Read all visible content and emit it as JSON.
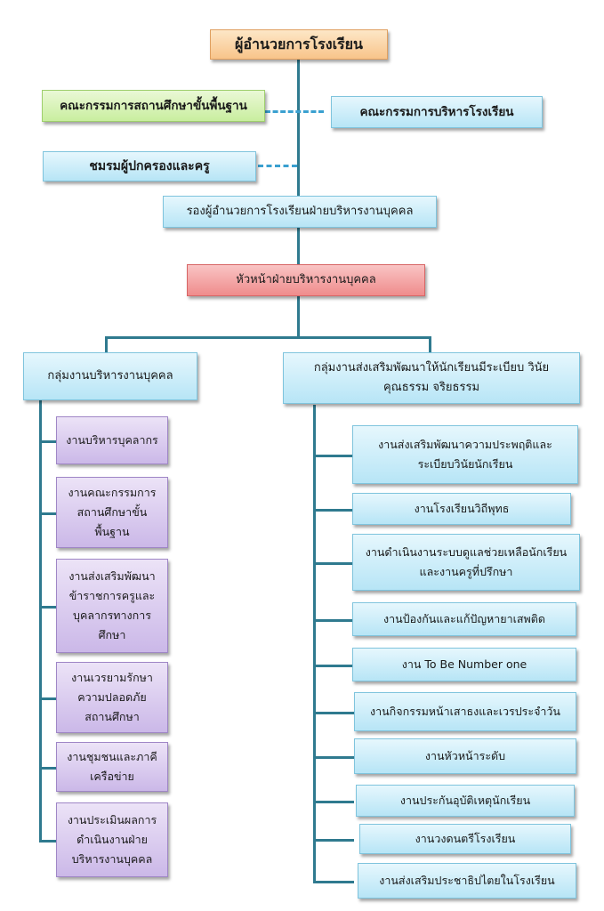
{
  "director": "ผู้อำนวยการโรงเรียน",
  "basic_board": "คณะกรรมการสถานศึกษาขั้นพื้นฐาน",
  "school_board": "คณะกรรมการบริหารโรงเรียน",
  "parents_club": "ชมรมผู้ปกครองและครู",
  "deputy": "รองผู้อำนวยการโรงเรียนฝ่ายบริหารงานบุคคล",
  "head": "หัวหน้าฝ่ายบริหารงานบุคคล",
  "left_group": {
    "title": "กลุ่มงานบริหารงานบุคคล",
    "items": [
      "งานบริหารบุคลากร",
      "งานคณะกรรมการ\nสถานศึกษาขั้น\nพื้นฐาน",
      "งานส่งเสริมพัฒนา\nข้าราชการครูและ\nบุคลากรทางการ\nศึกษา",
      "งานเวรยามรักษา\nความปลอดภัย\nสถานศึกษา",
      "งานชุมชนและภาคี\nเครือข่าย",
      "งานประเมินผลการ\nดำเนินงานฝ่าย\nบริหารงานบุคคล"
    ]
  },
  "right_group": {
    "title": "กลุ่มงานส่งเสริมพัฒนาให้นักเรียนมีระเบียบ วินัย\nคุณธรรม จริยธรรม",
    "items": [
      "งานส่งเสริมพัฒนาความประพฤติและ\nระเบียบวินัยนักเรียน",
      "งานโรงเรียนวิถีพุทธ",
      "งานดำเนินงานระบบดูแลช่วยเหลือนักเรียน\nและงานครูที่ปรึกษา",
      "งานป้องกันและแก้ปัญหายาเสพติด",
      "งาน To Be Number one",
      "งานกิจกรรมหน้าเสาธงและเวรประจำวัน",
      "งานหัวหน้าระดับ",
      "งานประกันอุบัติเหตุนักเรียน",
      "งานวงดนตรีโรงเรียน",
      "งานส่งเสริมประชาธิปไตยในโรงเรียน"
    ]
  }
}
